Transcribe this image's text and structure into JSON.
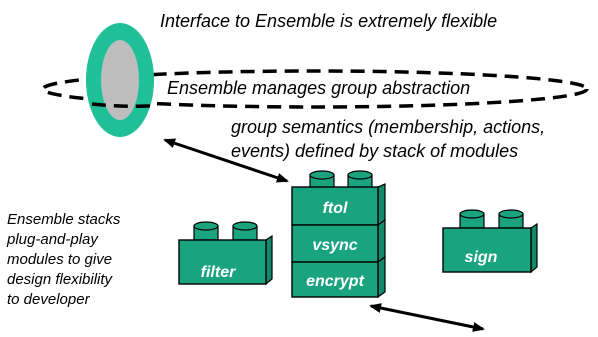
{
  "captions": {
    "interface": "Interface to Ensemble is extremely flexible",
    "group_abstraction": "Ensemble manages group abstraction",
    "semantics_line1": "group semantics (membership, actions,",
    "semantics_line2": "events) defined by stack  of modules",
    "stacks_line1": "Ensemble stacks",
    "stacks_line2": "plug-and-play",
    "stacks_line3": "modules to give",
    "stacks_line4": "design flexibility",
    "stacks_line5": "to developer"
  },
  "modules": {
    "stack": [
      "ftol",
      "vsync",
      "encrypt"
    ],
    "left": "filter",
    "right": "sign"
  },
  "colors": {
    "block_fill": "#1aa37f",
    "block_stroke": "#000000",
    "block_label": "#ffffff",
    "ring_outer": "#1fbf98",
    "ring_inner": "#bdbdbd"
  }
}
